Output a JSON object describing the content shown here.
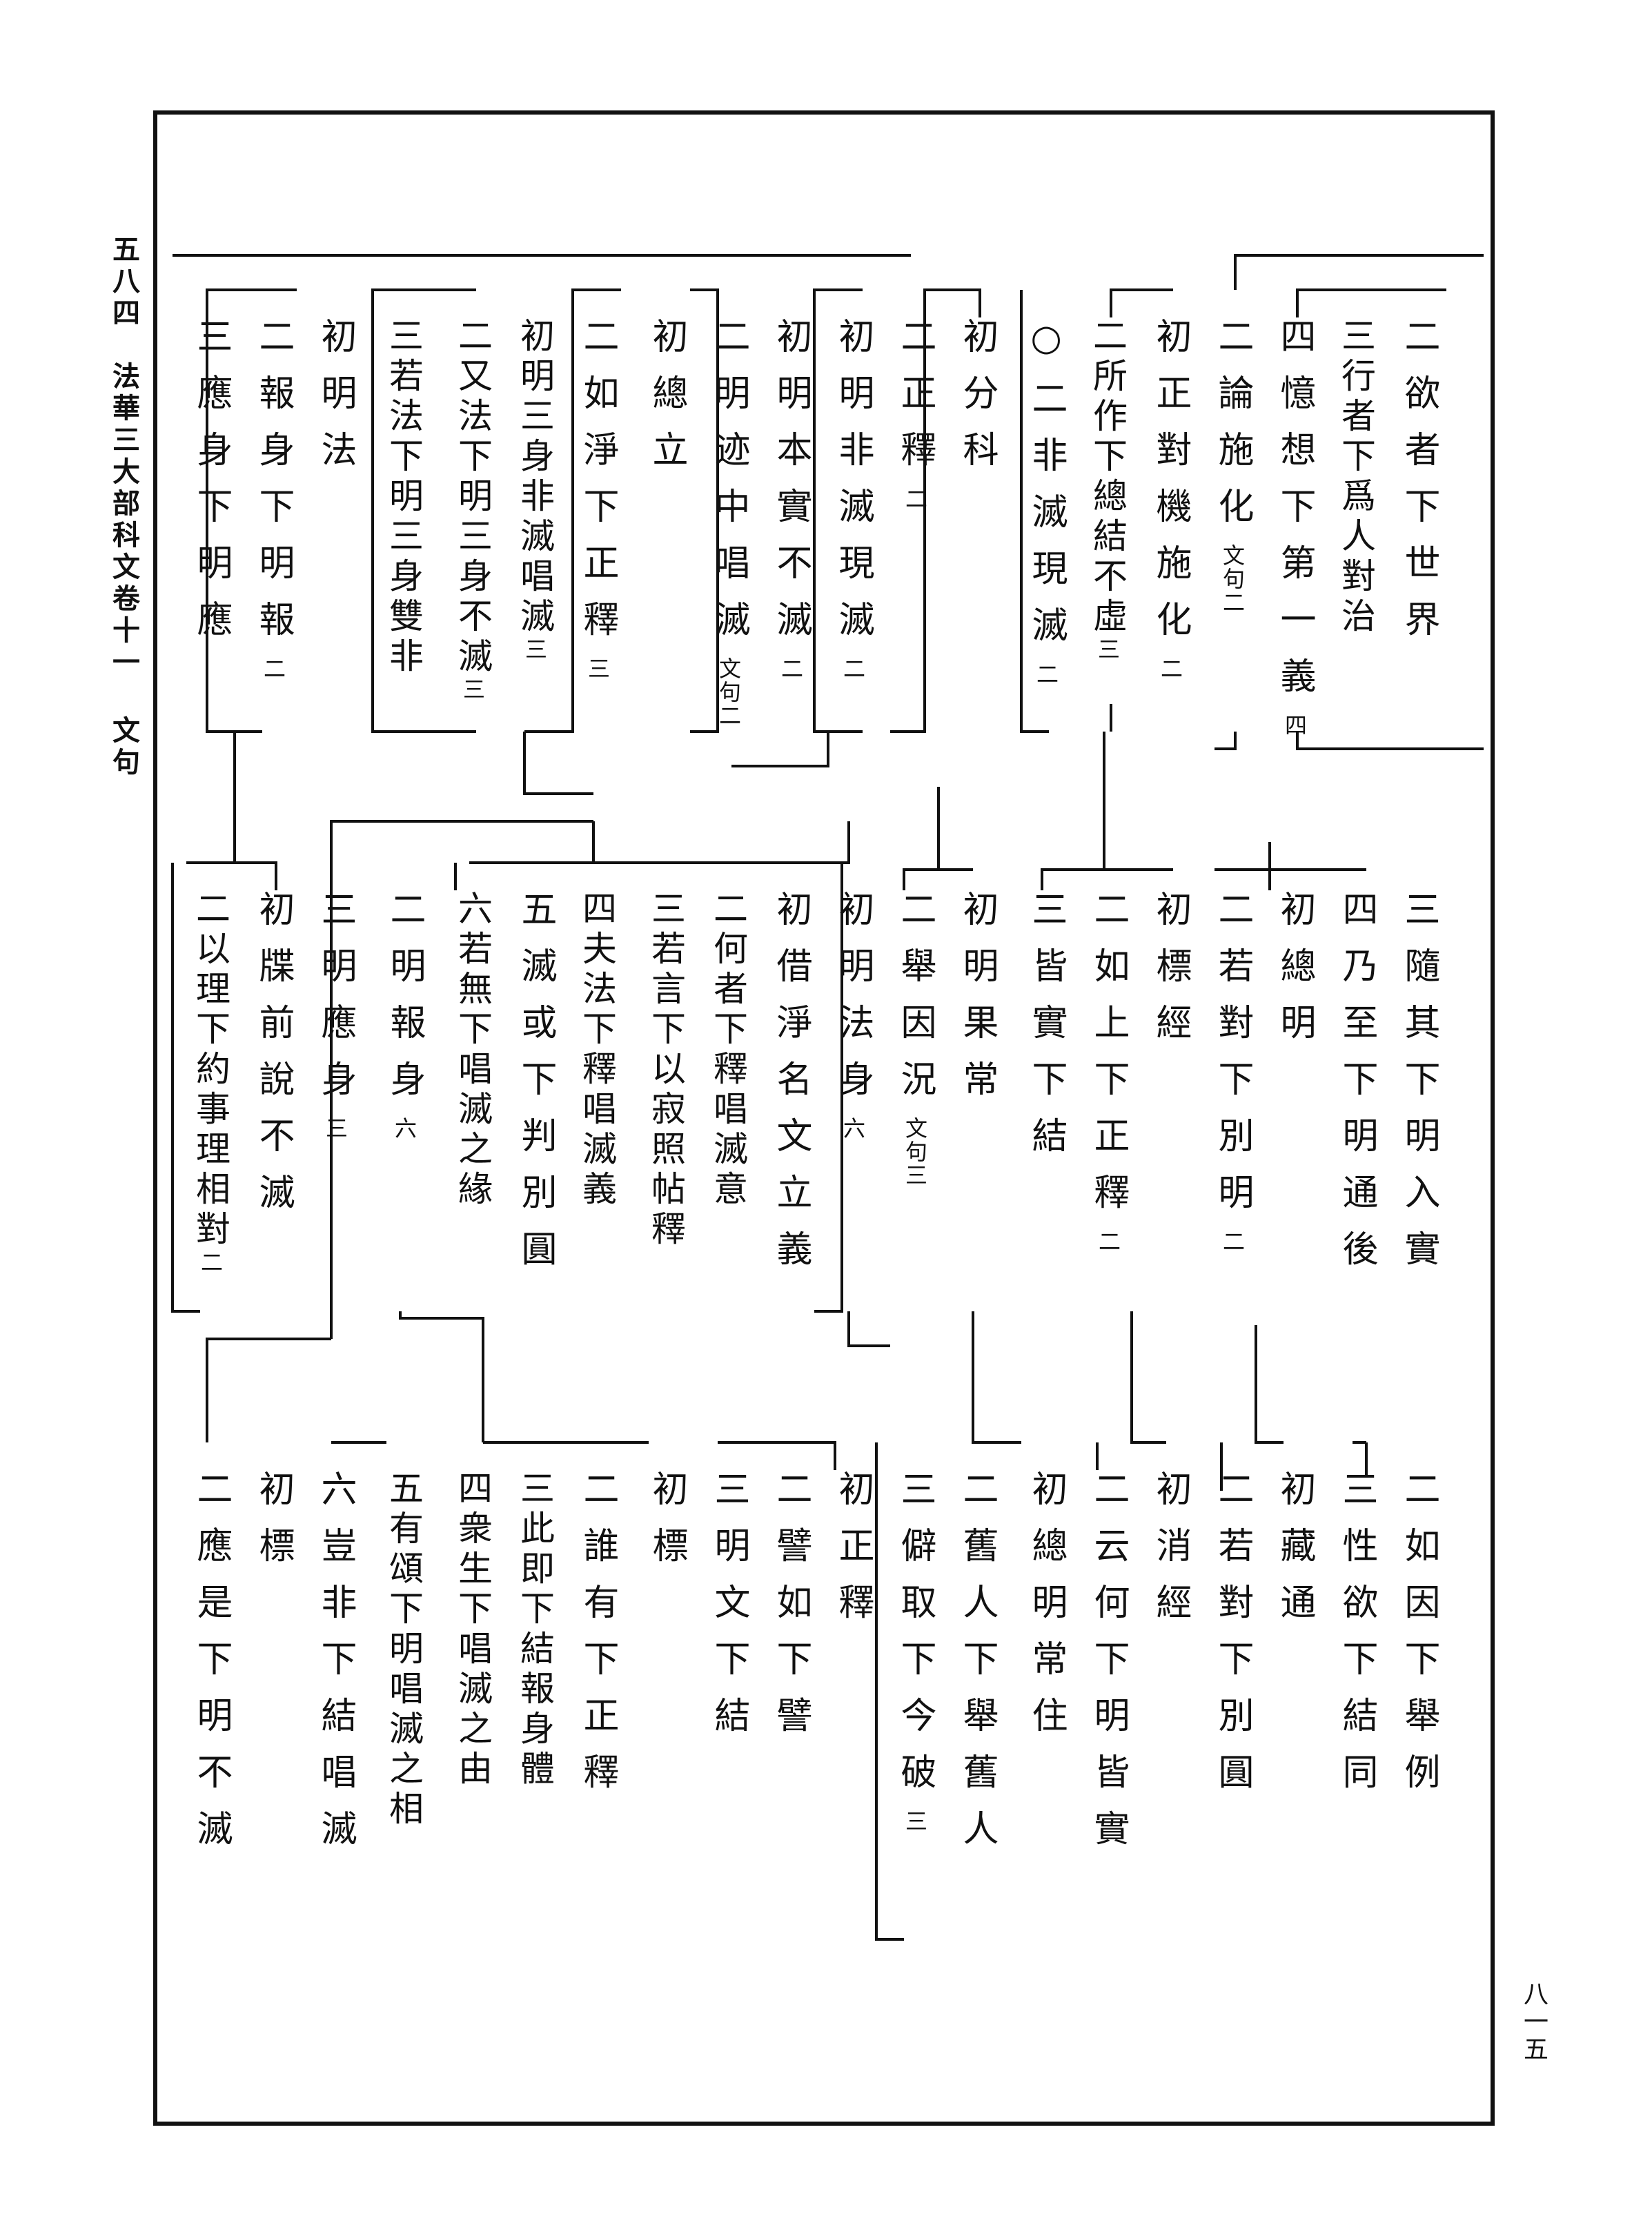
{
  "margin": {
    "left_vertical": "五八四　法華三大部科文卷十一 文句",
    "page_number": "八一五"
  },
  "rows": [
    {
      "entries": [
        {
          "label": "二欲者下世界"
        },
        {
          "label": "三行者下爲人對治"
        },
        {
          "label": "四憶想下第一義",
          "note": "四"
        },
        {
          "label": "二論施化",
          "note": "文句二"
        },
        {
          "label": "初正對機施化",
          "note": "二"
        },
        {
          "label": "二所作下總結不虛",
          "note": "三"
        },
        {
          "label": "○二非滅現滅",
          "note": "二"
        },
        {
          "label": "初分科"
        },
        {
          "label": "二正釋",
          "note": "二"
        },
        {
          "label": "初明非滅現滅",
          "note": "二"
        },
        {
          "label": "初明本實不滅",
          "note": "二"
        },
        {
          "label": "二明迹中唱滅",
          "note": "文句二"
        },
        {
          "label": "初總立"
        },
        {
          "label": "二如淨下正釋",
          "note": "三"
        },
        {
          "label": "初明三身非滅唱滅",
          "note": "三"
        },
        {
          "label": "二又法下明三身不滅",
          "note": "三"
        },
        {
          "label": "三若法下明三身雙非"
        },
        {
          "label": "初明法"
        },
        {
          "label": "二報身下明報",
          "note": "二"
        },
        {
          "label": "三應身下明應"
        }
      ]
    },
    {
      "entries": [
        {
          "label": "三隨其下明入實"
        },
        {
          "label": "四乃至下明通後"
        },
        {
          "label": "初總明"
        },
        {
          "label": "二若對下別明",
          "note": "二"
        },
        {
          "label": "初標經"
        },
        {
          "label": "二如上下正釋",
          "note": "二"
        },
        {
          "label": "三皆實下結"
        },
        {
          "label": "初明果常"
        },
        {
          "label": "二舉因況",
          "note": "文句三"
        },
        {
          "label": "初明法身",
          "note": "六"
        },
        {
          "label": "初借淨名文立義"
        },
        {
          "label": "二何者下釋唱滅意"
        },
        {
          "label": "三若言下以寂照帖釋"
        },
        {
          "label": "四夫法下釋唱滅義"
        },
        {
          "label": "五滅或下判別圓"
        },
        {
          "label": "六若無下唱滅之緣"
        },
        {
          "label": "二明報身",
          "note": "六"
        },
        {
          "label": "三明應身",
          "note": "三"
        },
        {
          "label": "初牒前說不滅"
        },
        {
          "label": "二以理下約事理相對",
          "note": "二"
        }
      ]
    },
    {
      "entries": [
        {
          "label": "二如因下舉例"
        },
        {
          "label": "三性欲下結同"
        },
        {
          "label": "初藏通"
        },
        {
          "label": "二若對下別圓"
        },
        {
          "label": "初消經"
        },
        {
          "label": "二云何下明皆實"
        },
        {
          "label": "初總明常住"
        },
        {
          "label": "二舊人下舉舊人"
        },
        {
          "label": "三僻取下今破",
          "note": "三"
        },
        {
          "label": "初正釋"
        },
        {
          "label": "二譬如下譬"
        },
        {
          "label": "三明文下結"
        },
        {
          "label": "初標"
        },
        {
          "label": "二誰有下正釋"
        },
        {
          "label": "三此即下結報身體"
        },
        {
          "label": "四衆生下唱滅之由"
        },
        {
          "label": "五有頌下明唱滅之相"
        },
        {
          "label": "六豈非下結唱滅"
        },
        {
          "label": "初標"
        },
        {
          "label": "二應是下明不滅"
        }
      ]
    }
  ]
}
